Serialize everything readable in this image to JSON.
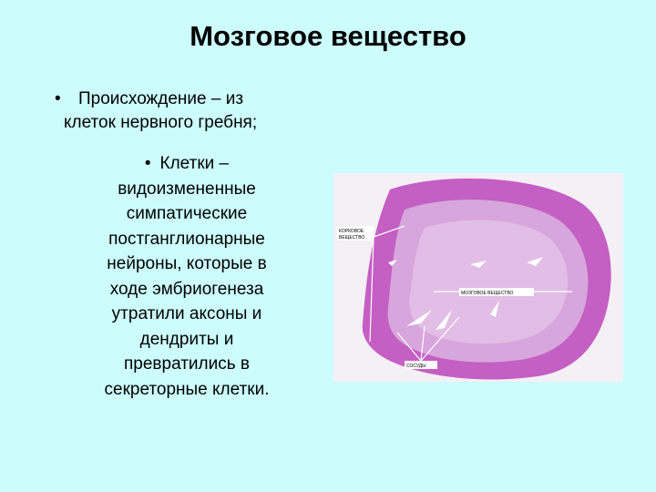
{
  "slide": {
    "title": "Мозговое вещество",
    "bullet1_line1": "Происхождение – из",
    "bullet1_line2": "клеток нервного гребня;",
    "bullet2_lines": [
      "Клетки –",
      "видоизмененные",
      "симпатические",
      "постганглионарные",
      "нейроны, которые в",
      "ходе эмбриогенеза",
      "утратили аксоны и",
      "дендриты и",
      "превратились в",
      "секреторные клетки."
    ],
    "bullet_glyph": "•"
  },
  "micrograph": {
    "label_cortex_line1": "КОРКОВОЕ",
    "label_cortex_line2": "ВЕЩЕСТВО",
    "label_medulla": "МОЗГОВОЕ ВЕЩЕСТВО",
    "label_vessels": "СОСУДЫ",
    "colors": {
      "cortex": "#c45fc4",
      "medulla": "#d7a6dc",
      "background": "#f4f0f6"
    }
  }
}
